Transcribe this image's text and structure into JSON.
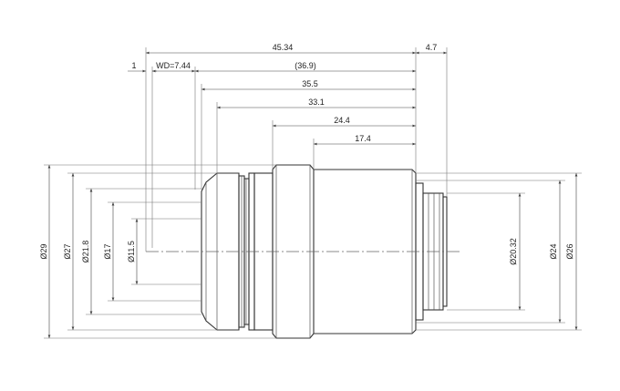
{
  "drawing": {
    "type": "lens-dimension-drawing",
    "horizontal_dimensions": [
      {
        "id": "overall",
        "label": "45.34"
      },
      {
        "id": "flange",
        "label": "4.7"
      },
      {
        "id": "gap",
        "label": "1"
      },
      {
        "id": "wd",
        "label": "WD=7.44"
      },
      {
        "id": "d369",
        "label": "(36.9)"
      },
      {
        "id": "d355",
        "label": "35.5"
      },
      {
        "id": "d331",
        "label": "33.1"
      },
      {
        "id": "d244",
        "label": "24.4"
      },
      {
        "id": "d174",
        "label": "17.4"
      }
    ],
    "diameters_left": [
      {
        "id": "dia29",
        "label": "Ø29"
      },
      {
        "id": "dia27",
        "label": "Ø27"
      },
      {
        "id": "dia218",
        "label": "Ø21.8"
      },
      {
        "id": "dia17",
        "label": "Ø17"
      },
      {
        "id": "dia115",
        "label": "Ø11.5"
      }
    ],
    "diameters_right": [
      {
        "id": "dia2032",
        "label": "Ø20.32"
      },
      {
        "id": "dia24",
        "label": "Ø24"
      },
      {
        "id": "dia26",
        "label": "Ø26"
      }
    ]
  }
}
